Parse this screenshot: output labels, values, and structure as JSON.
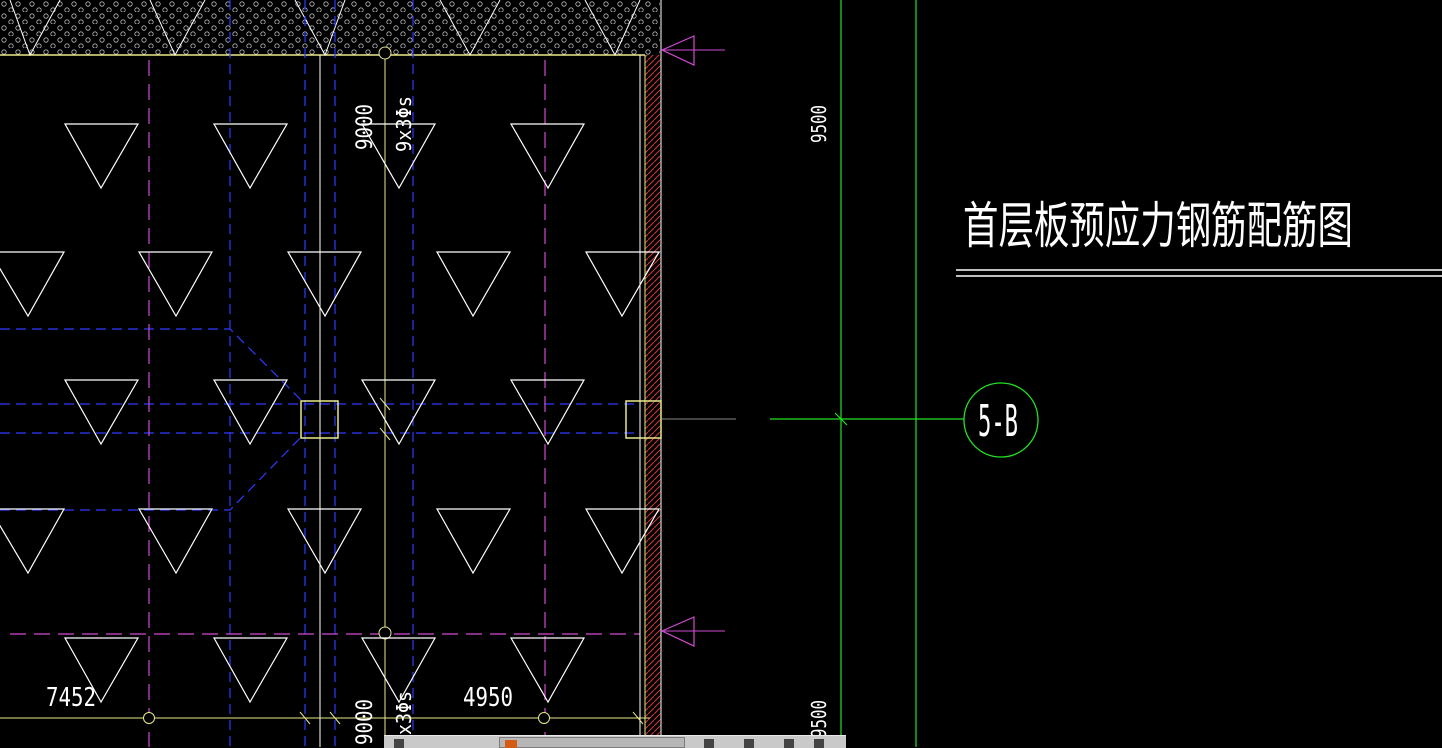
{
  "drawing": {
    "title": "首层板预应力钢筋配筋图",
    "grid_bubble": "5-B",
    "dims": {
      "d9000_top": "9000",
      "d9000_bottom": "9000",
      "d9500_top": "9500",
      "d9500_bottom": "9500",
      "d7452": "7452",
      "d4950": "4950",
      "rebar_top": "9x3Φs",
      "rebar_bottom": "x3Φs"
    }
  },
  "colors": {
    "background": "#000000",
    "white": "#ffffff",
    "magenta": "#d24ad2",
    "blue": "#2c3bff",
    "yellow": "#e9e98a",
    "green": "#22e022",
    "hatch": "#d03a3a"
  }
}
